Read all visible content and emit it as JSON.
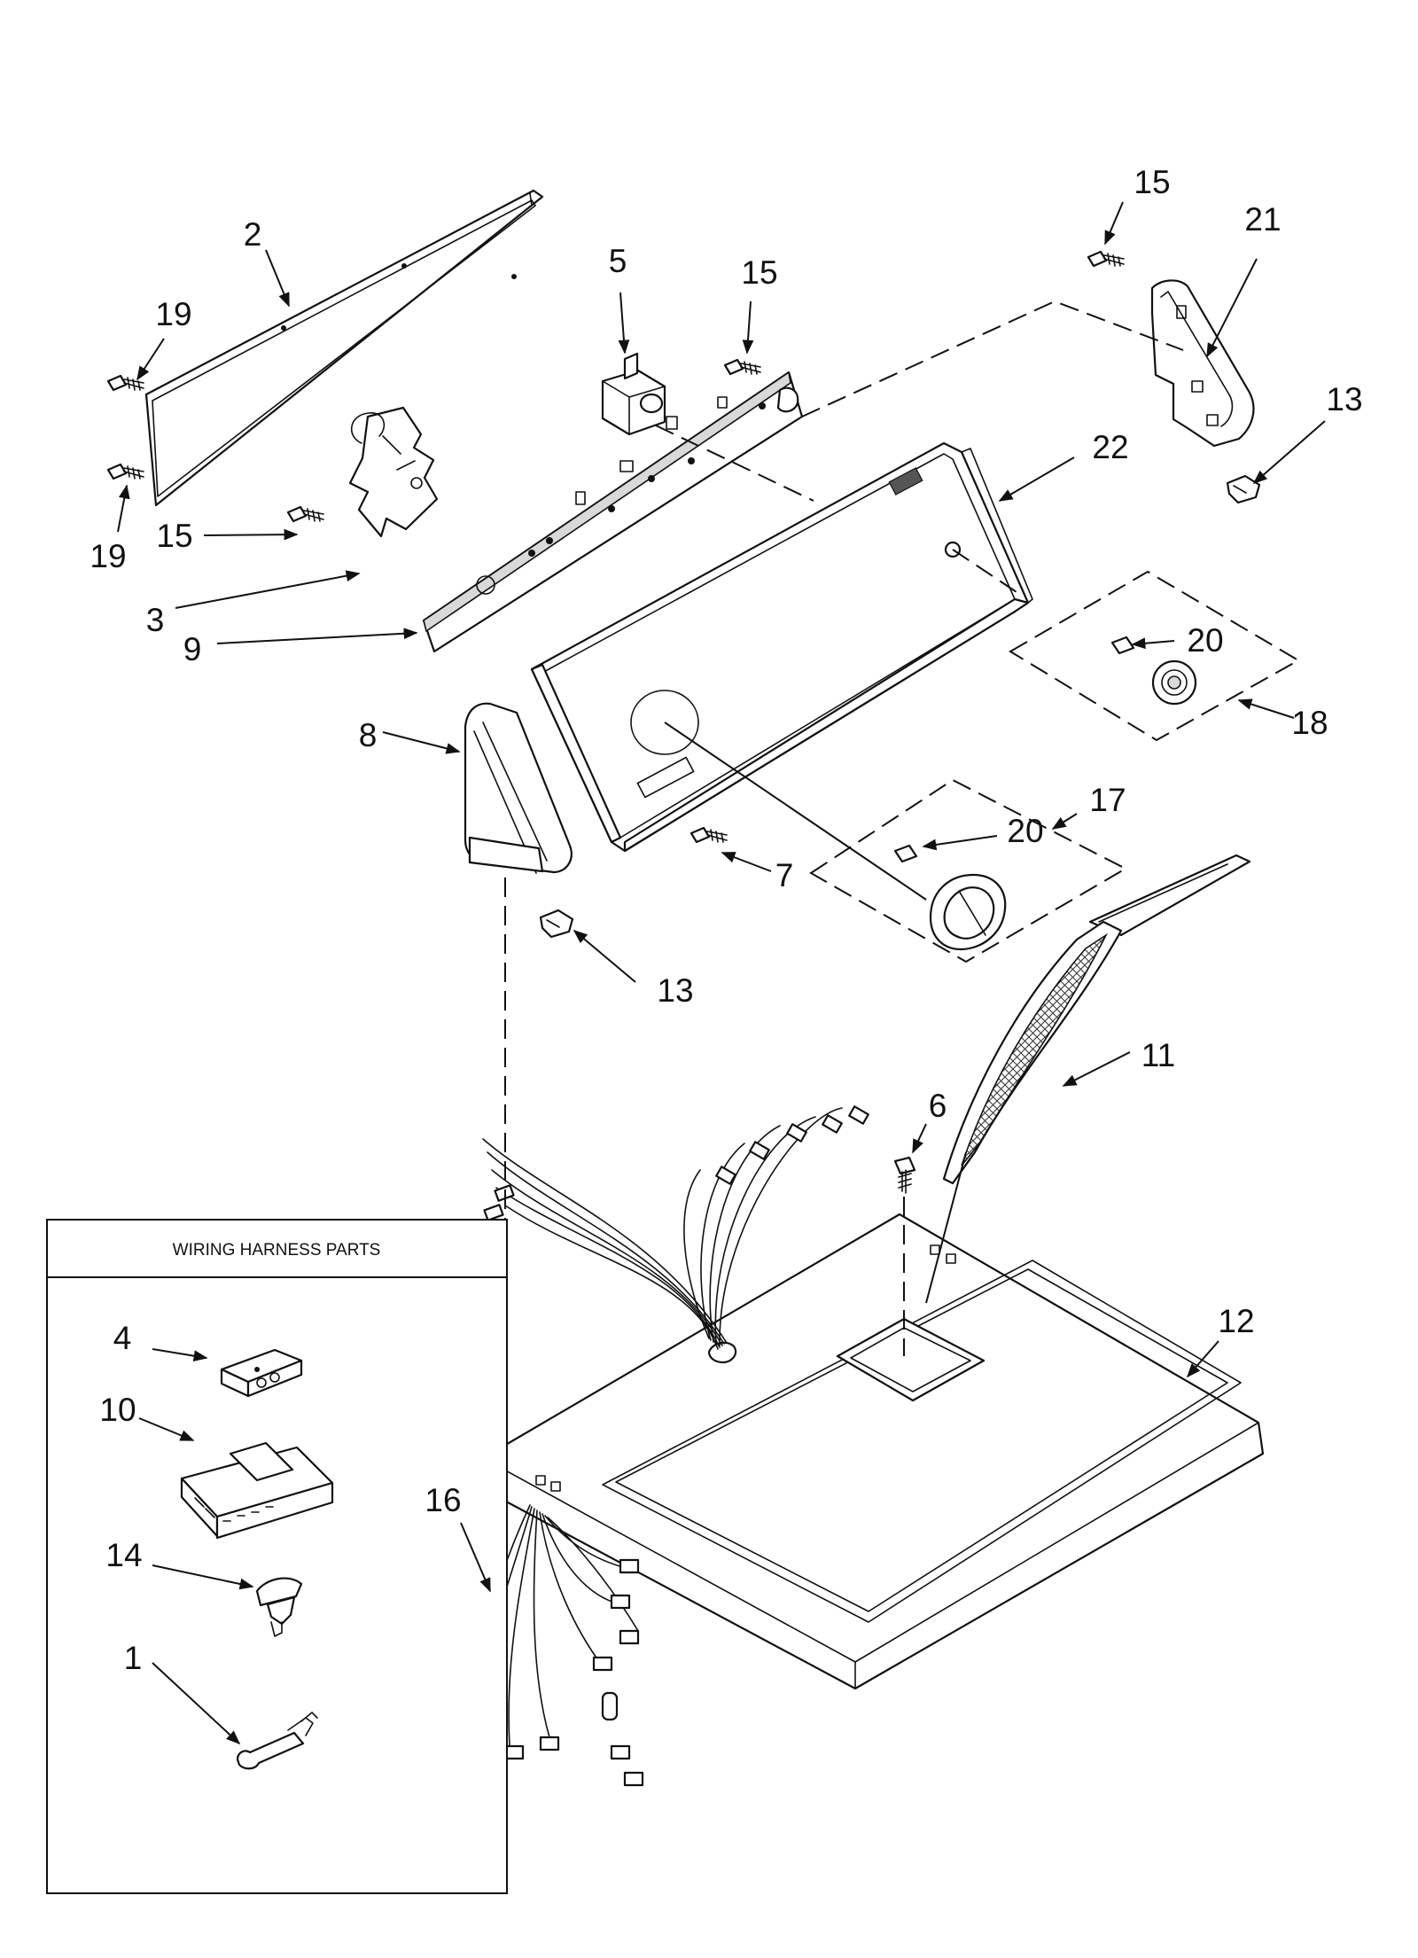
{
  "callouts": {
    "c1": "1",
    "c2": "2",
    "c3": "3",
    "c4": "4",
    "c5": "5",
    "c6": "6",
    "c7": "7",
    "c8": "8",
    "c9": "9",
    "c10": "10",
    "c11": "11",
    "c12": "12",
    "c13a": "13",
    "c13b": "13",
    "c14": "14",
    "c15a": "15",
    "c15b": "15",
    "c15c": "15",
    "c16": "16",
    "c17": "17",
    "c18": "18",
    "c19a": "19",
    "c19b": "19",
    "c20a": "20",
    "c20b": "20",
    "c21": "21",
    "c22": "22"
  },
  "inset": {
    "title": "WIRING HARNESS PARTS"
  }
}
